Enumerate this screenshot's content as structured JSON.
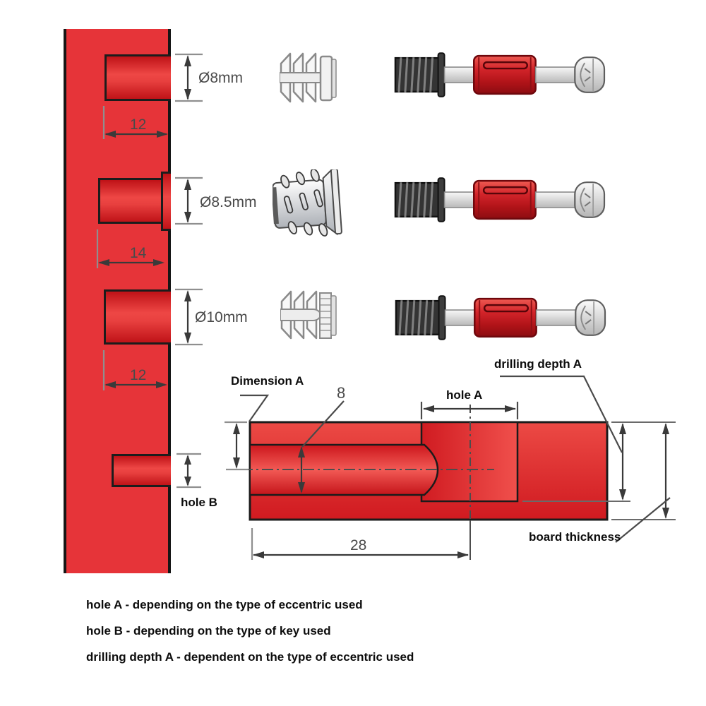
{
  "panel": {
    "holes": [
      {
        "name": "hole-8mm",
        "diameter_label": "Ø8mm",
        "edge_distance_label": "12"
      },
      {
        "name": "hole-8.5mm",
        "diameter_label": "Ø8.5mm",
        "edge_distance_label": "14"
      },
      {
        "name": "hole-10mm",
        "diameter_label": "Ø10mm",
        "edge_distance_label": "12"
      },
      {
        "name": "hole-b",
        "label": "hole B"
      }
    ]
  },
  "section": {
    "dimension_a_label": "Dimension A",
    "hole_diameter_label": "8",
    "hole_a_label": "hole A",
    "drilling_depth_label": "drilling depth A",
    "board_thickness_label": "board thickness",
    "center_distance_label": "28"
  },
  "legend": [
    "hole A - depending on the type of eccentric used",
    "hole B - depending on the type of key used",
    "drilling depth A - dependent on the type of eccentric used"
  ],
  "colors": {
    "panel_red": "#e63439",
    "hole_red_dark": "#bf1217",
    "hole_red_light": "#ee4745",
    "fitting_red": "#c4161d",
    "outline_black": "#1c1c1c",
    "dimension_dark": "#3a3a3a",
    "dimension_gray": "#8f8f8f",
    "label_black": "#0d0d0d"
  }
}
